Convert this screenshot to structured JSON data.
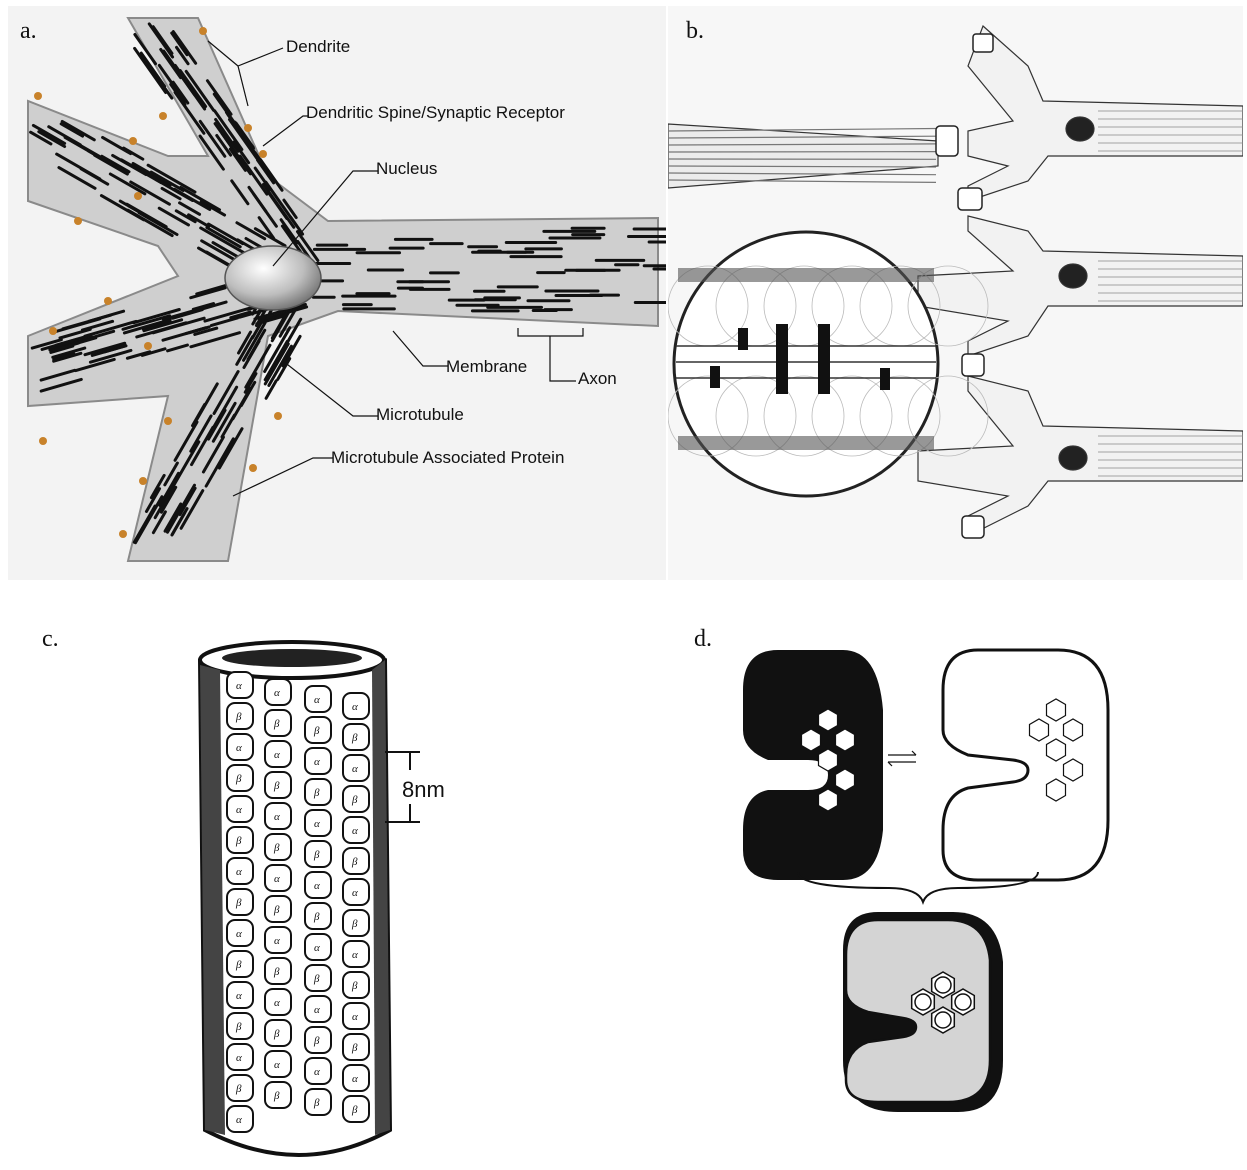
{
  "panels": {
    "a": {
      "letter": "a.",
      "labels": {
        "dendrite": "Dendrite",
        "spine": "Dendritic Spine/Synaptic Receptor",
        "nucleus": "Nucleus",
        "membrane": "Membrane",
        "axon": "Axon",
        "microtubule": "Microtubule",
        "map": "Microtubule Associated Protein"
      }
    },
    "b": {
      "letter": "b."
    },
    "c": {
      "letter": "c.",
      "spacing_label": "8nm",
      "subunit_alpha": "α",
      "subunit_beta": "β"
    },
    "d": {
      "letter": "d."
    }
  },
  "colors": {
    "receptor": "#c8822a",
    "membrane_fill": "#c9c9c9",
    "ink": "#111111",
    "protein_gray": "#d4d4d4"
  }
}
